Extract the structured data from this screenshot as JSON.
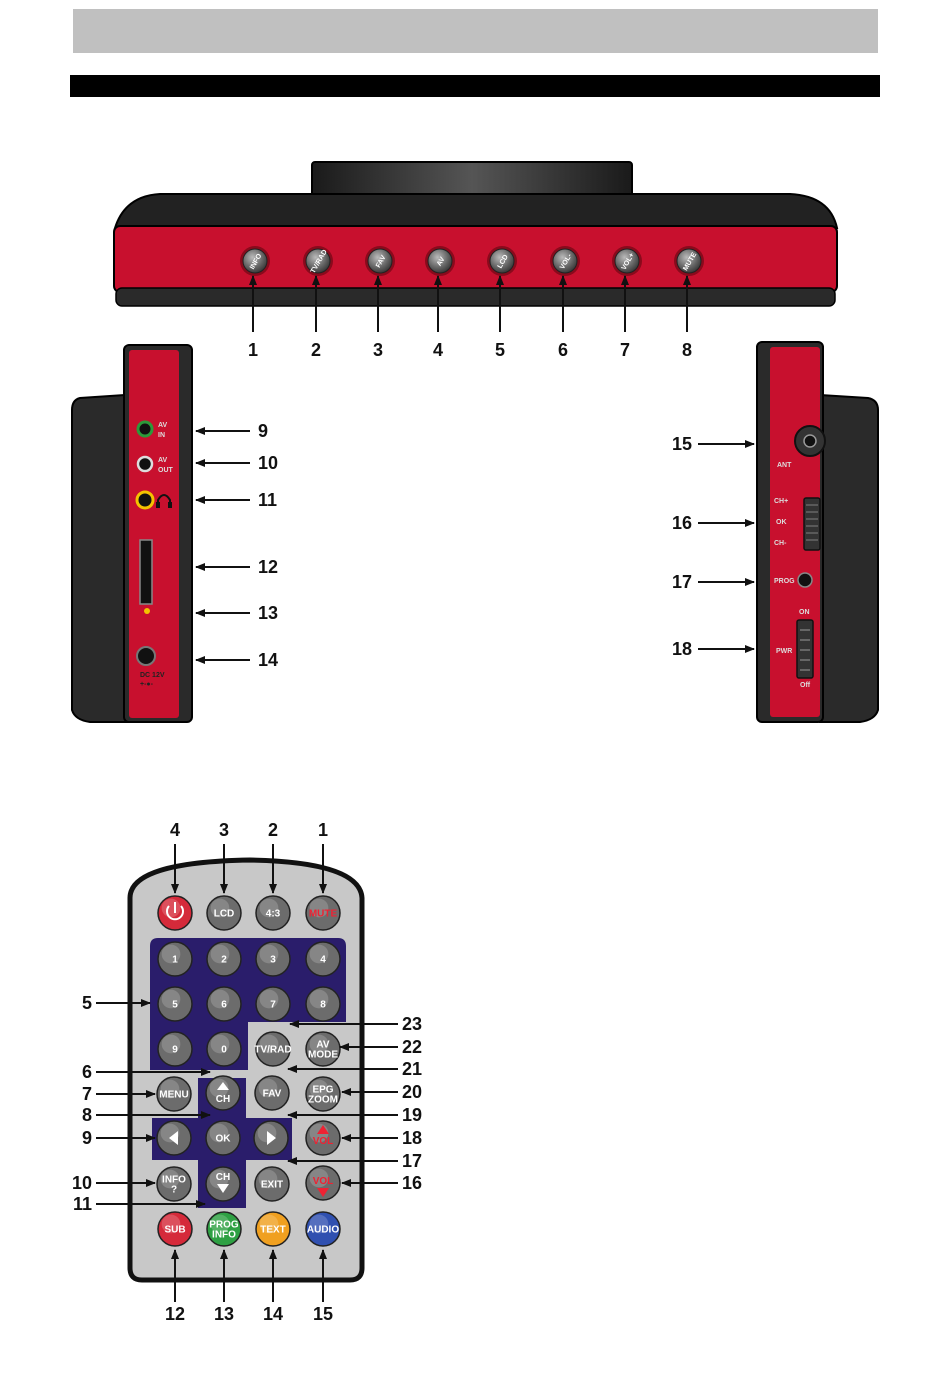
{
  "colors": {
    "red": "#c8102e",
    "navy": "#2a1d6b",
    "gray_bar": "#c0c0c0"
  },
  "top_panel": {
    "buttons": [
      "INFO",
      "TV/RAD",
      "FAV",
      "AV",
      "LCD",
      "VOL-",
      "VOL+",
      "MUTE"
    ],
    "callouts": [
      "1",
      "2",
      "3",
      "4",
      "5",
      "6",
      "7",
      "8"
    ]
  },
  "left_side": {
    "labels": {
      "av_in_a": "AV",
      "av_in_b": "IN",
      "av_out_a": "AV",
      "av_out_b": "OUT",
      "dc_a": "DC 12V",
      "dc_b": "+-●-"
    },
    "callouts": [
      "9",
      "10",
      "11",
      "12",
      "13",
      "14"
    ]
  },
  "right_side": {
    "labels": {
      "ant": "ANT",
      "ch_plus": "CH+",
      "ok": "OK",
      "ch_minus": "CH-",
      "prog": "PROG",
      "on": "ON",
      "pwr": "PWR",
      "off": "Off"
    },
    "callouts": [
      "15",
      "16",
      "17",
      "18"
    ]
  },
  "remote": {
    "row1": [
      "power-icon",
      "LCD",
      "4:3",
      "MUTE"
    ],
    "numpad": [
      "1",
      "2",
      "3",
      "4",
      "5",
      "6",
      "7",
      "8",
      "9",
      "0"
    ],
    "tvrad": "TV/RAD",
    "av_mode": [
      "AV",
      "MODE"
    ],
    "menu": "MENU",
    "ch_up": "CH",
    "fav": "FAV",
    "epg_zoom": [
      "EPG",
      "ZOOM"
    ],
    "ok": "OK",
    "vol_up": "VOL",
    "info": [
      "INFO",
      "?"
    ],
    "ch_down": "CH",
    "exit": "EXIT",
    "vol_down": "VOL",
    "row_bottom": [
      "SUB",
      "PROG INFO",
      "TEXT",
      "AUDIO"
    ],
    "callouts_top": [
      "4",
      "3",
      "2",
      "1"
    ],
    "callouts_left": [
      "5",
      "6",
      "7",
      "8",
      "9",
      "10",
      "11"
    ],
    "callouts_right": [
      "23",
      "22",
      "21",
      "20",
      "19",
      "18",
      "17",
      "16"
    ],
    "callouts_bottom": [
      "12",
      "13",
      "14",
      "15"
    ]
  }
}
